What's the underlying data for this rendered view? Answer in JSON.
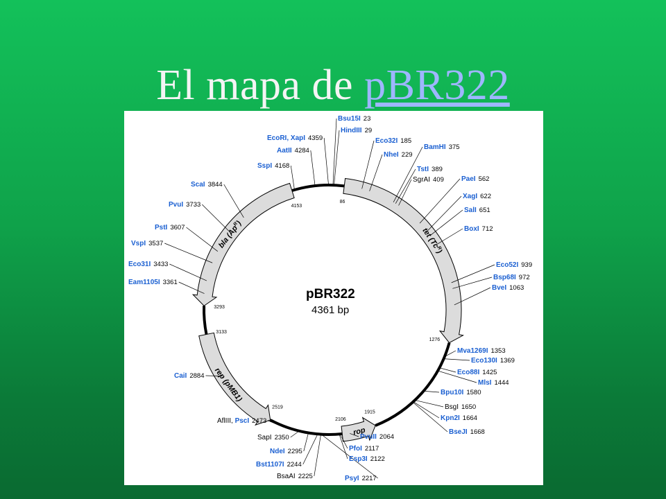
{
  "slide": {
    "title_text": "El mapa de ",
    "title_link": "pBR322"
  },
  "plasmid": {
    "name": "pBR322",
    "size": "4361 bp"
  },
  "genes": [
    {
      "label": "bla (Ap",
      "sup": "R",
      "close": ")",
      "from": 4153,
      "to": 3293
    },
    {
      "label": "tet (Tc",
      "sup": "R",
      "close": ")",
      "from": 86,
      "to": 1276
    },
    {
      "label": "rep (pMB1)",
      "sup": "",
      "close": "",
      "from": 3133,
      "to": 2519
    },
    {
      "label": "rop",
      "sup": "",
      "close": "",
      "from": 2106,
      "to": 1915
    }
  ],
  "inner_positions": [
    {
      "text": "4153",
      "pos": 4153
    },
    {
      "text": "86",
      "pos": 86
    },
    {
      "text": "3293",
      "pos": 3293
    },
    {
      "text": "3133",
      "pos": 3133
    },
    {
      "text": "1276",
      "pos": 1276
    },
    {
      "text": "2519",
      "pos": 2519
    },
    {
      "text": "2106",
      "pos": 2106
    },
    {
      "text": "1915",
      "pos": 1915
    }
  ],
  "sites": [
    {
      "name": "Bsu15I",
      "pos": "23",
      "blue": true,
      "site": 23
    },
    {
      "name": "HindIII",
      "pos": "29",
      "blue": true,
      "site": 29
    },
    {
      "name": "Eco32I",
      "pos": "185",
      "blue": true,
      "site": 185
    },
    {
      "name": "NheI",
      "pos": "229",
      "blue": true,
      "site": 229
    },
    {
      "name": "BamHI",
      "pos": "375",
      "blue": true,
      "site": 375
    },
    {
      "name": "TstI",
      "pos": "389",
      "blue": true,
      "site": 389
    },
    {
      "name": "SgrAI",
      "pos": "409",
      "blue": false,
      "site": 409
    },
    {
      "name": "PaeI",
      "pos": "562",
      "blue": true,
      "site": 562
    },
    {
      "name": "XagI",
      "pos": "622",
      "blue": true,
      "site": 622
    },
    {
      "name": "SalI",
      "pos": "651",
      "blue": true,
      "site": 651
    },
    {
      "name": "BoxI",
      "pos": "712",
      "blue": true,
      "site": 712
    },
    {
      "name": "Eco52I",
      "pos": "939",
      "blue": true,
      "site": 939
    },
    {
      "name": "Bsp68I",
      "pos": "972",
      "blue": true,
      "site": 972
    },
    {
      "name": "BveI",
      "pos": "1063",
      "blue": true,
      "site": 1063
    },
    {
      "name": "Mva1269I",
      "pos": "1353",
      "blue": true,
      "site": 1353
    },
    {
      "name": "Eco130I",
      "pos": "1369",
      "blue": true,
      "site": 1369
    },
    {
      "name": "Eco88I",
      "pos": "1425",
      "blue": true,
      "site": 1425
    },
    {
      "name": "MlsI",
      "pos": "1444",
      "blue": true,
      "site": 1444
    },
    {
      "name": "Bpu10I",
      "pos": "1580",
      "blue": true,
      "site": 1580
    },
    {
      "name": "BsgI",
      "pos": "1650",
      "blue": false,
      "site": 1650
    },
    {
      "name": "Kpn2I",
      "pos": "1664",
      "blue": true,
      "site": 1664
    },
    {
      "name": "BseJI",
      "pos": "1668",
      "blue": true,
      "site": 1668
    },
    {
      "name": "PvuII",
      "pos": "2064",
      "blue": true,
      "site": 2064
    },
    {
      "name": "PfoI",
      "pos": "2117",
      "blue": true,
      "site": 2117
    },
    {
      "name": "Esp3I",
      "pos": "2122",
      "blue": true,
      "site": 2122
    },
    {
      "name": "PsyI",
      "pos": "2217",
      "blue": true,
      "site": 2217
    },
    {
      "name": "BsaAI",
      "pos": "2225",
      "blue": false,
      "site": 2225
    },
    {
      "name": "Bst1107I",
      "pos": "2244",
      "blue": true,
      "site": 2244
    },
    {
      "name": "NdeI",
      "pos": "2295",
      "blue": true,
      "site": 2295
    },
    {
      "name": "SapI",
      "pos": "2350",
      "blue": false,
      "site": 2350
    },
    {
      "name": "AflIII, ",
      "name2": "PscI",
      "pos": "2473",
      "blue": false,
      "site": 2473
    },
    {
      "name": "CaiI",
      "pos": "2884",
      "blue": true,
      "site": 2884
    },
    {
      "name": "Eam1105I",
      "pos": "3361",
      "blue": true,
      "site": 3361
    },
    {
      "name": "Eco31I",
      "pos": "3433",
      "blue": true,
      "site": 3433
    },
    {
      "name": "VspI",
      "pos": "3537",
      "blue": true,
      "site": 3537
    },
    {
      "name": "PstI",
      "pos": "3607",
      "blue": true,
      "site": 3607
    },
    {
      "name": "PvuI",
      "pos": "3733",
      "blue": true,
      "site": 3733
    },
    {
      "name": "ScaI",
      "pos": "3844",
      "blue": true,
      "site": 3844
    },
    {
      "name": "SspI",
      "pos": "4168",
      "blue": true,
      "site": 4168
    },
    {
      "name": "AatII",
      "pos": "4284",
      "blue": true,
      "site": 4284
    },
    {
      "name": "EcoRI, XapI",
      "pos": "4359",
      "blue": true,
      "site": 4359
    }
  ]
}
